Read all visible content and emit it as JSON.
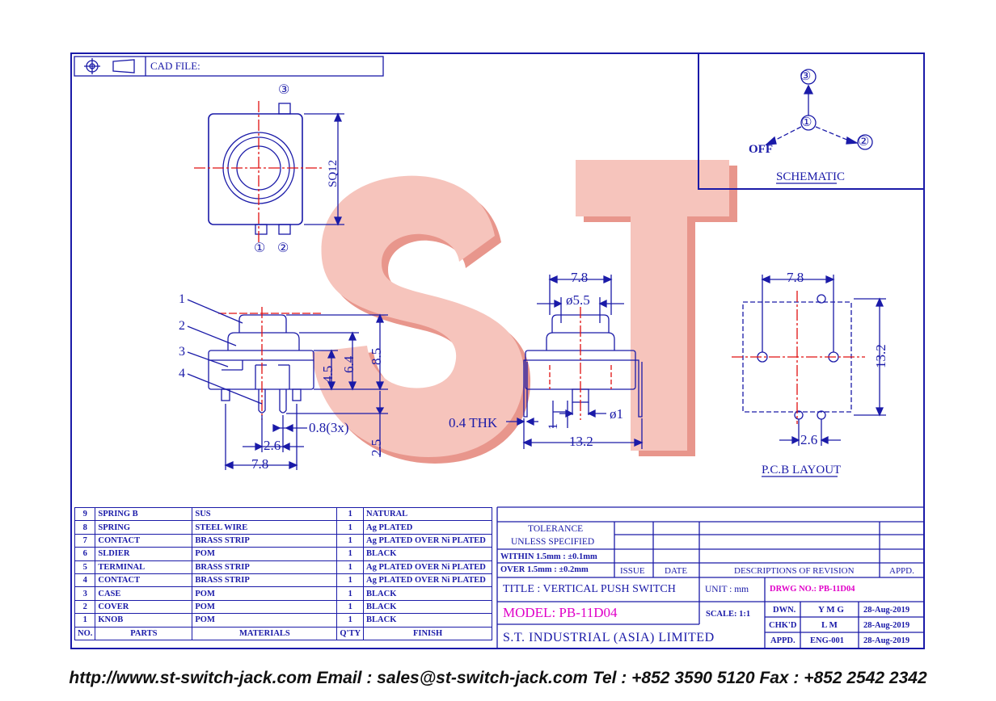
{
  "colors": {
    "line": "#1a1aa8",
    "center": "#e01010",
    "watermark": "#f0a8a0",
    "magenta": "#e000c8"
  },
  "header": {
    "cad_label": "CAD FILE:"
  },
  "schematic": {
    "label": "SCHEMATIC",
    "pin3": "③",
    "pin1": "①",
    "pin2": "②",
    "off": "OFF"
  },
  "top_view": {
    "pin3": "③",
    "pin1": "①",
    "pin2": "②",
    "dim_sq": "SQ12"
  },
  "side_view": {
    "callouts": [
      "1",
      "2",
      "3",
      "4"
    ],
    "dim_85": "8.5",
    "dim_64": "6.4",
    "dim_45": "4.5",
    "dim_08": "0.8(3x)",
    "dim_26": "2.6",
    "dim_78": "7.8",
    "dim_25": "2.5"
  },
  "front_view": {
    "dim_78": "7.8",
    "dim_55": "ø5.5",
    "dim_thk": "0.4 THK",
    "dim_1": "1",
    "dim_phi1": "ø1",
    "dim_132": "13.2"
  },
  "pcb": {
    "label": "P.C.B LAYOUT",
    "dim_78": "7.8",
    "dim_132": "13.2",
    "dim_26": "2.6"
  },
  "bom": {
    "rows": [
      {
        "no": "9",
        "part": "SPRING B",
        "material": "SUS",
        "qty": "1",
        "finish": "NATURAL"
      },
      {
        "no": "8",
        "part": "SPRING",
        "material": "STEEL WIRE",
        "qty": "1",
        "finish": "Ag PLATED"
      },
      {
        "no": "7",
        "part": "CONTACT",
        "material": "BRASS STRIP",
        "qty": "1",
        "finish": "Ag PLATED OVER Ni PLATED"
      },
      {
        "no": "6",
        "part": "SLDIER",
        "material": "POM",
        "qty": "1",
        "finish": "BLACK"
      },
      {
        "no": "5",
        "part": "TERMINAL",
        "material": "BRASS STRIP",
        "qty": "1",
        "finish": "Ag PLATED OVER Ni PLATED"
      },
      {
        "no": "4",
        "part": "CONTACT",
        "material": "BRASS STRIP",
        "qty": "1",
        "finish": "Ag PLATED OVER Ni PLATED"
      },
      {
        "no": "3",
        "part": "CASE",
        "material": "POM",
        "qty": "1",
        "finish": "BLACK"
      },
      {
        "no": "2",
        "part": "COVER",
        "material": "POM",
        "qty": "1",
        "finish": "BLACK"
      },
      {
        "no": "1",
        "part": "KNOB",
        "material": "POM",
        "qty": "1",
        "finish": "BLACK"
      }
    ],
    "headers": {
      "no": "NO.",
      "part": "PARTS",
      "material": "MATERIALS",
      "qty": "Q'TY",
      "finish": "FINISH"
    }
  },
  "title_block": {
    "tolerance": "TOLERANCE",
    "unless": "UNLESS   SPECIFIED",
    "within": "WITHIN  1.5mm : ±0.1mm",
    "over": "OVER    1.5mm : ±0.2mm",
    "issue": "ISSUE",
    "date": "DATE",
    "revision": "DESCRIPTIONS  OF  REVISION",
    "appd_head": "APPD.",
    "title": "TITLE : VERTICAL PUSH SWITCH",
    "unit": "UNIT :   mm",
    "drwg_no": "DRWG NO.: PB-11D04",
    "model": "MODEL: PB-11D04",
    "scale": "SCALE:  1:1",
    "dwn": "DWN.",
    "dwn_by": "Y M G",
    "dwn_date": "28-Aug-2019",
    "chkd": "CHK'D",
    "chkd_by": "L M",
    "chkd_date": "28-Aug-2019",
    "company": "S.T.  INDUSTRIAL  (ASIA)  LIMITED",
    "appd": "APPD.",
    "appd_by": "ENG-001",
    "appd_date": "28-Aug-2019"
  },
  "footer": "http://www.st-switch-jack.com  Email : sales@st-switch-jack.com  Tel : +852 3590 5120  Fax : +852 2542 2342"
}
